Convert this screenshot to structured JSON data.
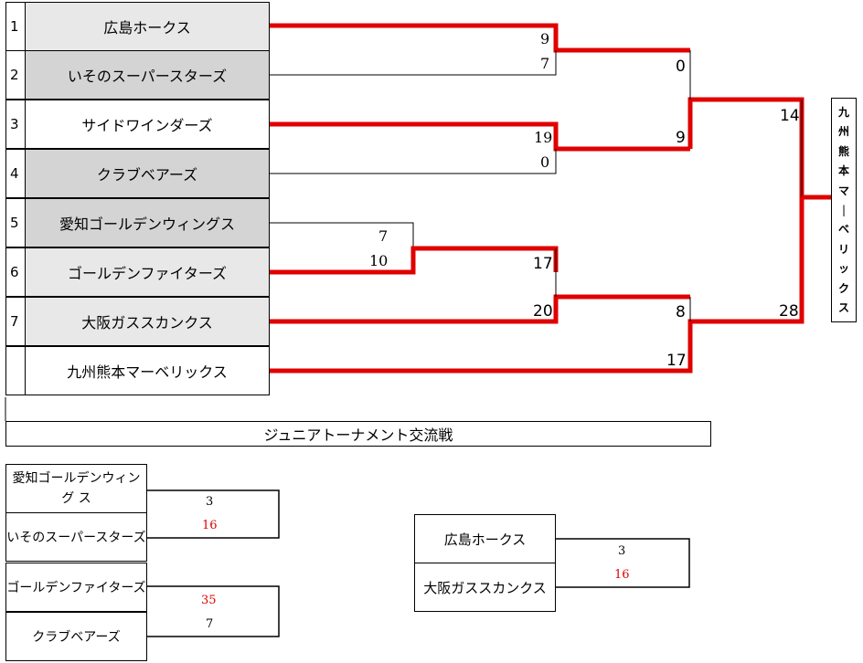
{
  "bracket": {
    "seeds": [
      "1",
      "2",
      "3",
      "4",
      "5",
      "6",
      "7",
      ""
    ],
    "teams": [
      "広島ホークス",
      "いそのスーパースターズ",
      "サイドワインダーズ",
      "クラブベアーズ",
      "愛知ゴールデンウィングス",
      "ゴールデンファイターズ",
      "大阪ガススカンクス",
      "九州熊本マーベリックス"
    ],
    "scores": {
      "r1_a_top": "9",
      "r1_a_bot": "7",
      "r1_b_top": "19",
      "r1_b_bot": "0",
      "r1_c_top": "7",
      "r1_c_bot": "10",
      "qf_c_top": "17",
      "qf_c_bot": "20",
      "sf_a_top": "0",
      "sf_a_bot": "9",
      "sf_b_top": "8",
      "sf_b_bot": "17",
      "f_top": "14",
      "f_bot": "28"
    },
    "champion_chars": [
      "九",
      "州",
      "熊",
      "本",
      "マ",
      "|",
      "ベ",
      "リ",
      "ッ",
      "ク",
      "ス"
    ]
  },
  "junior": {
    "title": "ジュニアトーナメント交流戦",
    "match1": {
      "team_top": "愛知ゴールデンウィング ス",
      "team_bot": "いそのスーパースターズ",
      "score_top": "3",
      "score_bot": "16"
    },
    "match2": {
      "team_top": "ゴールデンファイターズ",
      "team_bot": "クラブベアーズ",
      "score_top": "35",
      "score_bot": "7"
    },
    "match3": {
      "team_top": "広島ホークス",
      "team_bot": "大阪ガススカンクス",
      "score_top": "3",
      "score_bot": "16"
    }
  },
  "colors": {
    "win_line": "#e00000",
    "lose_line": "#000000"
  }
}
